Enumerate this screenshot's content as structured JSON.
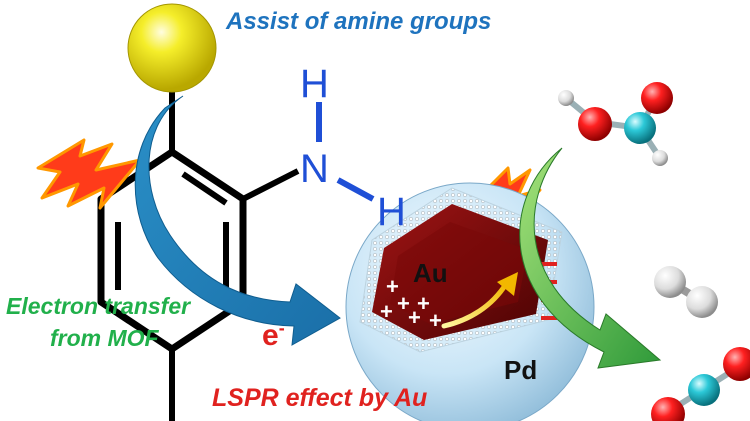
{
  "title": "Assist of amine groups",
  "atoms": {
    "h_top": "H",
    "n": "N",
    "h_right": "H"
  },
  "electron_transfer": {
    "line1": "Electron transfer",
    "line2": "from MOF"
  },
  "electron": {
    "symbol": "e",
    "charge": "-"
  },
  "lspr": "LSPR effect by Au",
  "metals": {
    "core": "Au",
    "shell": "Pd"
  },
  "colors": {
    "title_blue": "#1e73be",
    "atom_blue": "#1f4fd6",
    "green_text": "#21b04b",
    "red_text": "#e0221f",
    "arrow_blue": "#2a8fc7",
    "arrow_green": "#3da53a",
    "bolt_red": "#ff3b1a",
    "bolt_orange": "#ff9800"
  }
}
